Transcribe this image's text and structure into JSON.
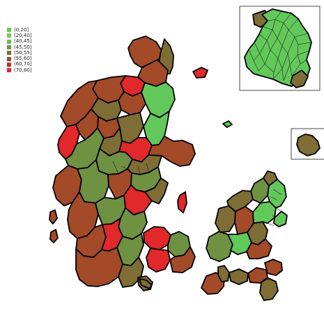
{
  "legend": {
    "items": [
      {
        "label": "(0,20]",
        "color": "#63c85a"
      },
      {
        "label": "(20,40]",
        "color": "#74c75a"
      },
      {
        "label": "(40,45]",
        "color": "#6fb74f"
      },
      {
        "label": "(45,50]",
        "color": "#6f9142"
      },
      {
        "label": "(50,55]",
        "color": "#7e6d34"
      },
      {
        "label": "(55,60]",
        "color": "#a34a28"
      },
      {
        "label": "(60,70]",
        "color": "#b8312a"
      },
      {
        "label": "(70,80]",
        "color": "#e1282b"
      }
    ]
  }
}
